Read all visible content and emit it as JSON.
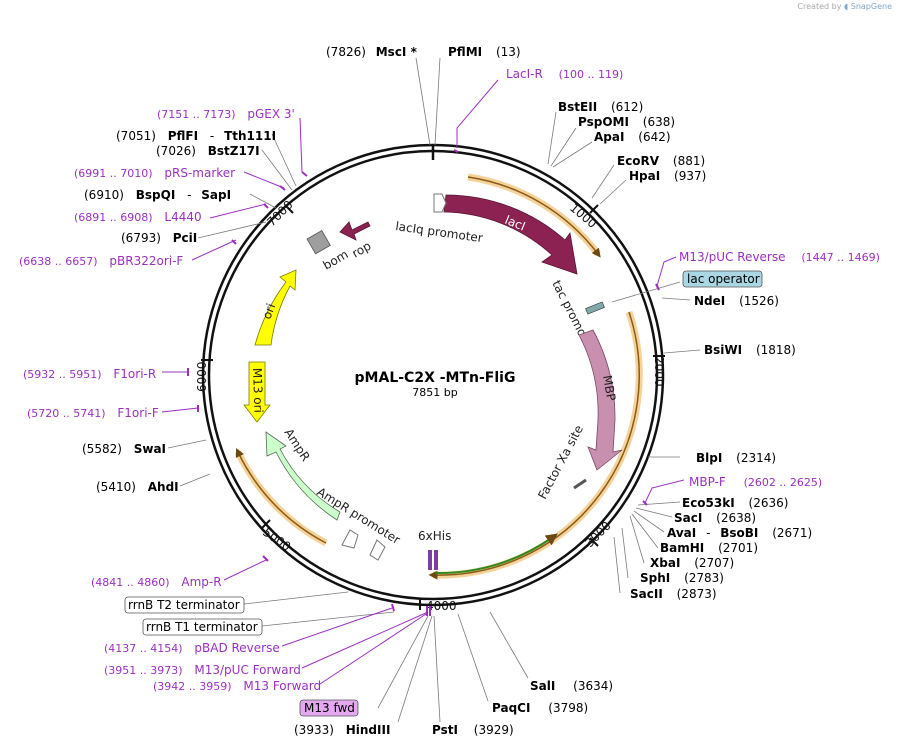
{
  "branding": {
    "prefix": "Created by",
    "name": "SnapGene"
  },
  "plasmid": {
    "name": "pMAL-C2X -MTn-FliG",
    "length": "7851 bp"
  },
  "ring_ticks": [
    "1000",
    "2000",
    "3000",
    "4000",
    "5000",
    "6000",
    "7000"
  ],
  "colors": {
    "lacI": "#8b2252",
    "MBP": "#c98fae",
    "rop": "#8b2252",
    "ori": "#ffff00",
    "AmpR": "#ccffcc",
    "bom": "#9e9e9e",
    "6xHis": "#7b3fa0",
    "primer": "#9b30c0",
    "orf": "#f5b342"
  },
  "features": {
    "lacI": "lacI",
    "lacIq_promoter": "lacIq promoter",
    "tac_promoter": "tac promoter",
    "MBP": "MBP",
    "factor_xa": "Factor Xa site",
    "his": "6xHis",
    "ampr": "AmpR",
    "ampr_promoter": "AmpR promoter",
    "ori": "ori",
    "m13ori": "M13 ori",
    "bom": "bom",
    "rop": "rop"
  },
  "boxed_features": {
    "lac_operator": "lac operator",
    "rrnb_t2": "rrnB T2 terminator",
    "rrnb_t1": "rrnB T1 terminator",
    "m13fwd": "M13 fwd"
  },
  "sites": {
    "msci": {
      "name": "MscI *",
      "coord": "(7826)"
    },
    "pflmi": {
      "name": "PflMI",
      "coord": "(13)"
    },
    "bsteii": {
      "name": "BstEII",
      "coord": "(612)"
    },
    "pspomi": {
      "name": "PspOMI",
      "coord": "(638)"
    },
    "apai": {
      "name": "ApaI",
      "coord": "(642)"
    },
    "ecorv": {
      "name": "EcoRV",
      "coord": "(881)"
    },
    "hpai": {
      "name": "HpaI",
      "coord": "(937)"
    },
    "ndei": {
      "name": "NdeI",
      "coord": "(1526)"
    },
    "bsiwi": {
      "name": "BsiWI",
      "coord": "(1818)"
    },
    "blpi": {
      "name": "BlpI",
      "coord": "(2314)"
    },
    "eco53ki": {
      "name": "Eco53kI",
      "coord": "(2636)"
    },
    "saci": {
      "name": "SacI",
      "coord": "(2638)"
    },
    "avai": {
      "name": "AvaI",
      "sep": "-",
      "name2": "BsoBI",
      "coord": "(2671)"
    },
    "bamhi": {
      "name": "BamHI",
      "coord": "(2701)"
    },
    "xbai": {
      "name": "XbaI",
      "coord": "(2707)"
    },
    "sphi": {
      "name": "SphI",
      "coord": "(2783)"
    },
    "sacii": {
      "name": "SacII",
      "coord": "(2873)"
    },
    "sali": {
      "name": "SalI",
      "coord": "(3634)"
    },
    "paqci": {
      "name": "PaqCI",
      "coord": "(3798)"
    },
    "psti": {
      "name": "PstI",
      "coord": "(3929)"
    },
    "hindiii": {
      "name": "HindIII",
      "coord": "(3933)"
    },
    "ahdi": {
      "name": "AhdI",
      "coord": "(5410)"
    },
    "swai": {
      "name": "SwaI",
      "coord": "(5582)"
    },
    "pcii": {
      "name": "PciI",
      "coord": "(6793)"
    },
    "bspqi": {
      "name": "BspQI",
      "sep": "-",
      "name2": "SapI",
      "coord": "(6910)"
    },
    "bstz17i": {
      "name": "BstZ17I",
      "coord": "(7026)"
    },
    "pflfi": {
      "name": "PflFI",
      "sep": "-",
      "name2": "Tth111I",
      "coord": "(7051)"
    }
  },
  "primers": {
    "laci_r": {
      "name": "LacI-R",
      "range": "(100 .. 119)"
    },
    "m13puc_rev": {
      "name": "M13/pUC Reverse",
      "range": "(1447 .. 1469)"
    },
    "mbp_f": {
      "name": "MBP-F",
      "range": "(2602 .. 2625)"
    },
    "pgex3": {
      "name": "pGEX 3'",
      "range": "(7151 .. 7173)"
    },
    "prs_marker": {
      "name": "pRS-marker",
      "range": "(6991 .. 7010)"
    },
    "l4440": {
      "name": "L4440",
      "range": "(6891 .. 6908)"
    },
    "pbr322ori_f": {
      "name": "pBR322ori-F",
      "range": "(6638 .. 6657)"
    },
    "f1ori_r": {
      "name": "F1ori-R",
      "range": "(5932 .. 5951)"
    },
    "f1ori_f": {
      "name": "F1ori-F",
      "range": "(5720 .. 5741)"
    },
    "amp_r": {
      "name": "Amp-R",
      "range": "(4841 .. 4860)"
    },
    "pbad_rev": {
      "name": "pBAD Reverse",
      "range": "(4137 .. 4154)"
    },
    "m13puc_fwd": {
      "name": "M13/pUC Forward",
      "range": "(3951 .. 3973)"
    },
    "m13_fwd": {
      "name": "M13 Forward",
      "range": "(3942 .. 3959)"
    }
  }
}
